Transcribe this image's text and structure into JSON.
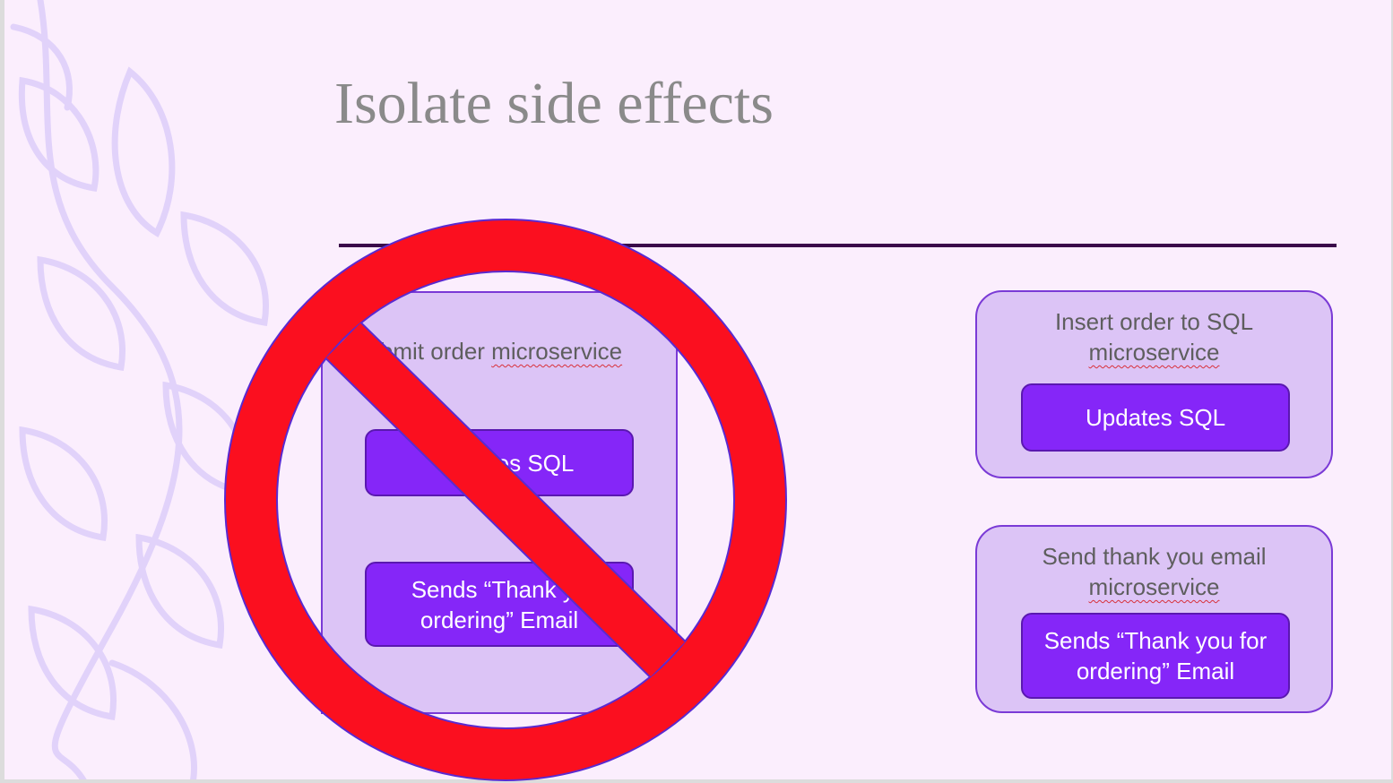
{
  "slide": {
    "title": "Isolate side effects"
  },
  "monolith": {
    "title_visible": "bmit order ",
    "title_word": "microservice",
    "button_sql": "es SQL",
    "button_email_line1": "Sends “Thank yo",
    "button_email_line2": "ordering” Email",
    "overlay_icon": "prohibition-sign-icon"
  },
  "services": [
    {
      "title_line1": "Insert order to SQL",
      "title_line2": "microservice",
      "button": "Updates SQL"
    },
    {
      "title_line1": "Send thank you email",
      "title_line2": "microservice",
      "button_line1": "Sends “Thank you for",
      "button_line2": "ordering” Email"
    }
  ],
  "colors": {
    "background": "#fbeefd",
    "box_fill": "#dcc4f6",
    "button_fill": "#8526f8",
    "prohibition_red": "#fb0f1f",
    "rule": "#3a0a4a"
  }
}
